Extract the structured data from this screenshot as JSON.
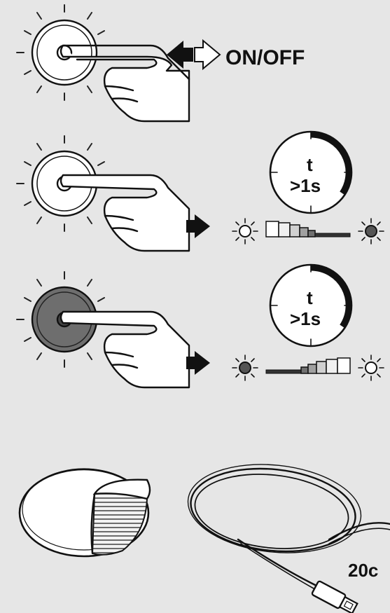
{
  "steps": [
    {
      "label": "ON/OFF",
      "button_state": "unlit"
    },
    {
      "timer": {
        "symbol": "t",
        "condition": ">1s"
      },
      "dimming": "bright-to-dark",
      "button_state": "unlit"
    },
    {
      "timer": {
        "symbol": "t",
        "condition": ">1s"
      },
      "dimming": "dark-to-bright",
      "button_state": "lit"
    }
  ],
  "accessories": {
    "cable_length_label": "20c"
  },
  "colors": {
    "background": "#e6e6e6",
    "ink": "#111111",
    "button_pressed_fill": "#6e6e6e",
    "lamp_off": "#555555",
    "lamp_on": "#ffffff"
  },
  "icons": [
    "light-button-icon",
    "hand-icon",
    "arrow-icon",
    "timer-icon",
    "lamp-icon",
    "adhesive-pad-icon",
    "usb-cable-icon"
  ]
}
